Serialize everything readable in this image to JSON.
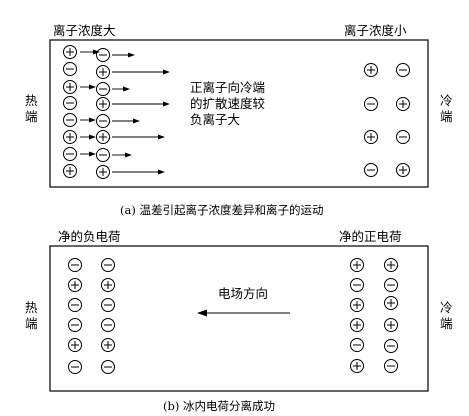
{
  "panel_a": {
    "left_top_label": "离子浓度大",
    "right_top_label": "离子浓度小",
    "hot_label": "热端",
    "cold_label": "冷端",
    "center_text": [
      "正离子向冷端",
      "的扩散速度较",
      "负离子大"
    ],
    "caption": "(a) 温差引起离子浓度差异和离子的运动",
    "left_col1": [
      "+",
      "-",
      "+",
      "-",
      "-",
      "+",
      "-",
      "+",
      "-"
    ],
    "left_col2": [
      "-",
      "+",
      "-",
      "+",
      "-",
      "+",
      "-",
      "+"
    ],
    "right_col1": [
      "+",
      "-",
      "+",
      "-"
    ],
    "right_col2": [
      "-",
      "+",
      "-",
      "+"
    ]
  },
  "panel_b": {
    "left_top_label": "净的负电荷",
    "right_top_label": "净的正电荷",
    "hot_label": "热端",
    "cold_label": "冷端",
    "field_label": "电场方向",
    "caption": "(b) 冰内电荷分离成功",
    "left_col1": [
      "-",
      "+",
      "-",
      "-",
      "+",
      "-"
    ],
    "left_col2": [
      "-",
      "+",
      "-",
      "-",
      "+",
      "-"
    ],
    "right_col1": [
      "+",
      "-",
      "+",
      "+",
      "-",
      "+"
    ],
    "right_col2": [
      "+",
      "-",
      "+",
      "+",
      "-",
      "-"
    ]
  }
}
